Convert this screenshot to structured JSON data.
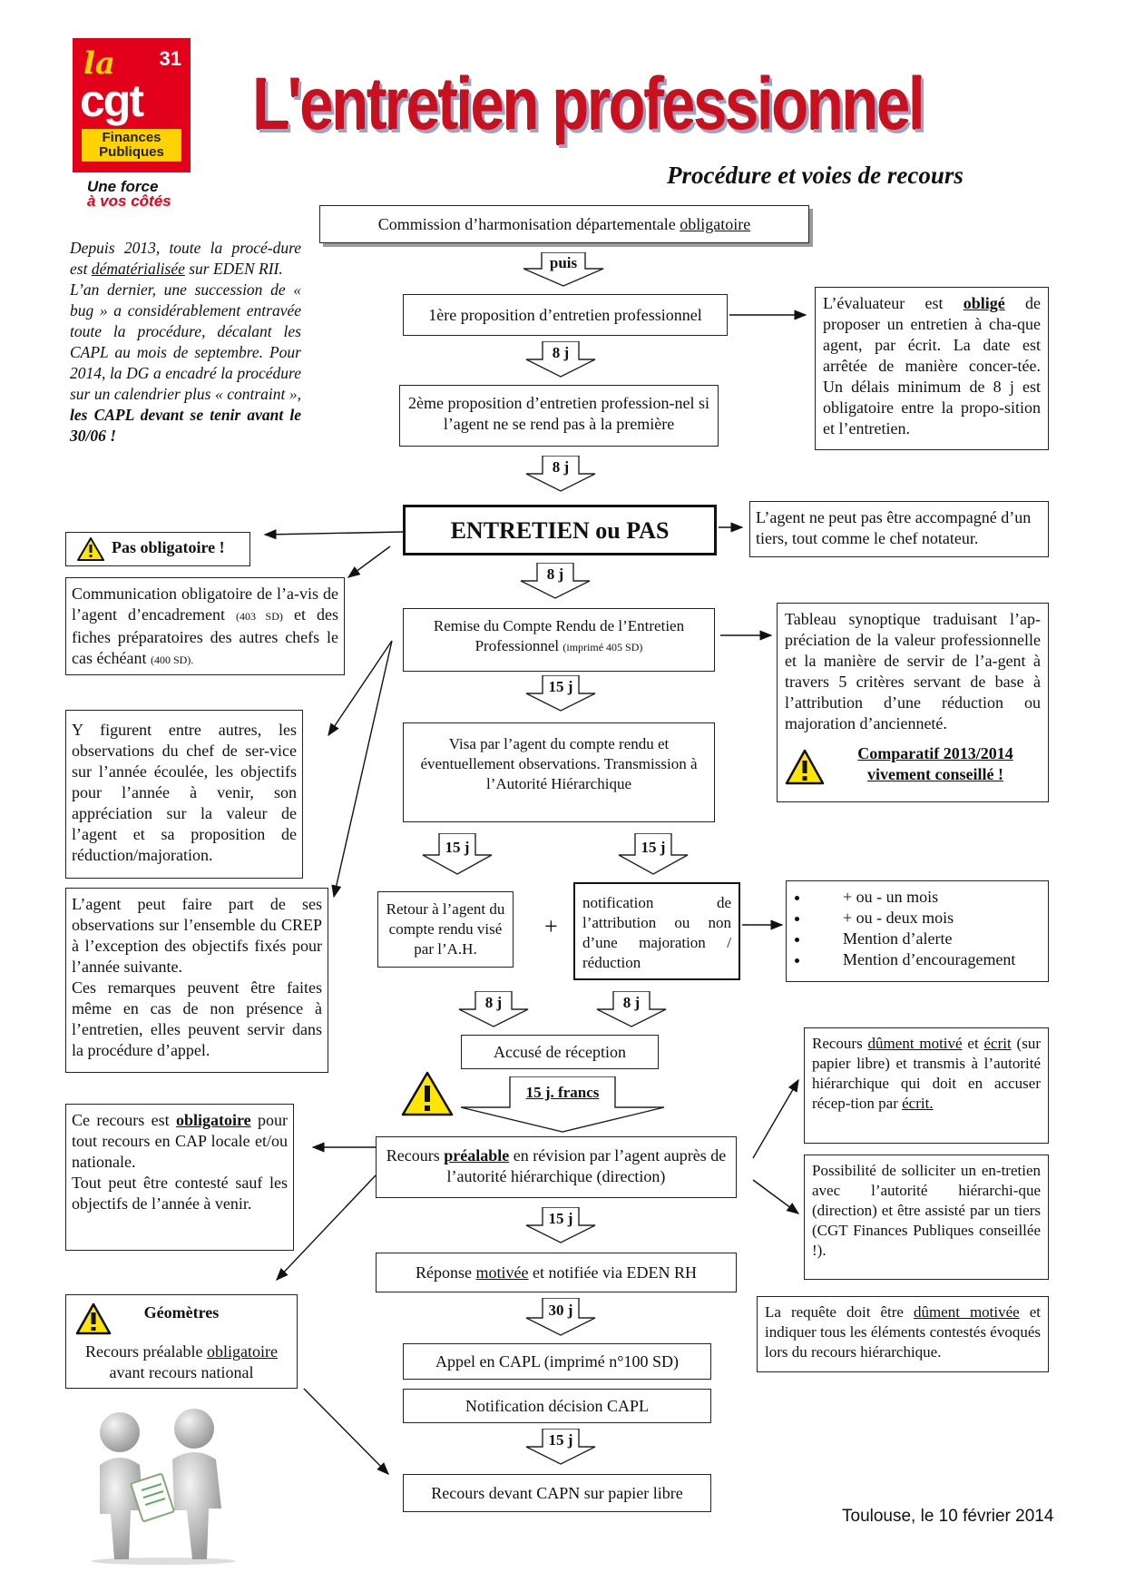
{
  "logo": {
    "la": "la",
    "number": "31",
    "cgt": "cgt",
    "line1": "Finances",
    "line2": "Publiques",
    "slogan1": "Une force",
    "slogan2": "à vos côtés"
  },
  "title": "L'entretien professionnel",
  "subtitle": "Procédure et voies de recours",
  "intro": {
    "p1a": "Depuis 2013, toute la procé-dure est ",
    "p1b": "dématérialisée",
    "p1c": " sur EDEN RII.",
    "p2": "L’an dernier, une succession de « bug » a considérablement entravée toute la procédure, décalant les CAPL au mois de septembre. Pour 2014, la DG a encadré la procédure sur un calendrier plus « contraint »,",
    "p3": " les CAPL devant se tenir avant le 30/06 !"
  },
  "flow": {
    "commission_a": "Commission d’harmonisation départementale ",
    "commission_b": "obligatoire",
    "step_puis": "puis",
    "prop1": "1ère proposition d’entretien professionnel",
    "step_8j_a": "8 j",
    "prop2": "2ème proposition d’entretien profession-nel si l’agent ne se rend pas à la première",
    "step_8j_b": "8 j",
    "entretien": "ENTRETIEN ou PAS",
    "step_8j_c": "8 j",
    "remise_a": "Remise du Compte Rendu de l’Entretien Professionnel",
    "remise_b": "(imprimé 405 SD)",
    "step_15j_a": "15 j",
    "visa": "Visa par l’agent du compte rendu et éventuellement observations. Transmission à l’Autorité Hiérarchique",
    "step_15j_b": "15 j",
    "step_15j_c": "15 j",
    "retour": "Retour à l’agent du compte rendu visé par l’A.H.",
    "plus": "+",
    "notification": "notification de l’attribution ou non d’une majoration / réduction",
    "step_8j_d": "8 j",
    "step_8j_e": "8 j",
    "accuse": "Accusé de réception",
    "step_15jf": "15 j. francs",
    "recours_a": "Recours ",
    "recours_b": "préalable",
    "recours_c": " en révision par l’agent auprès de l’autorité hiérarchique (direction)",
    "step_15j_d": "15 j",
    "reponse_a": "Réponse ",
    "reponse_b": "motivée",
    "reponse_c": " et notifiée via EDEN RH",
    "step_30j": "30 j",
    "appel": "Appel en CAPL (imprimé n°100 SD)",
    "notif_capl": "Notification décision CAPL",
    "step_15j_e": "15 j",
    "capn": "Recours devant CAPN sur papier libre"
  },
  "right": {
    "evaluateur_a": "L’évaluateur est ",
    "evaluateur_b": "obligé",
    "evaluateur_c": " de proposer un entretien à cha-que agent, par écrit. La date est arrêtée de manière concer-tée. Un délais minimum de 8 j est obligatoire entre la propo-sition et l’entretien.",
    "tiers": "L’agent ne peut pas être accompagné d’un tiers, tout comme le chef notateur.",
    "tableau": "Tableau synoptique traduisant l’ap-préciation de la valeur professionnelle et la manière de servir de l’a-gent à travers 5 critères servant de base à l’attribution d’une réduction ou majoration d’ancienneté.",
    "comparatif1": "Comparatif 2013/2014",
    "comparatif2": "vivement conseillé !",
    "bullets": [
      "+ ou - un mois",
      "+ ou - deux mois",
      "Mention d’alerte",
      "Mention d’encouragement"
    ],
    "recours1_a": "Recours ",
    "recours1_b": "dûment motivé",
    "recours1_c": " et ",
    "recours1_d": "écrit",
    "recours1_e": " (sur papier libre) et transmis à l’autorité hiérarchique",
    "recours1_f": " qui doit en accuser récep-tion par ",
    "recours1_g": "écrit.",
    "possibilite": "Possibilité de solliciter un en-tretien avec l’autorité hiérarchi-que (direction) et être assisté par un tiers (CGT Finances Publiques conseillée !).",
    "requete_a": "La requête doit être ",
    "requete_b": "dûment motivée",
    "requete_c": " et indiquer tous les éléments contestés évoqués lors du recours hiérarchique."
  },
  "left": {
    "pas_oblig": "Pas obligatoire !",
    "communication_a": "Communication obligatoire de l’a-vis de l’agent d’encadrement ",
    "communication_b": "(403 SD)",
    "communication_c": " et des fiches préparatoires des autres chefs le cas échéant ",
    "communication_d": "(400 SD).",
    "figurent": "Y figurent entre autres, les observations du chef de ser-vice sur l’année écoulée, les objectifs pour l’année à venir, son appréciation sur la valeur de l’agent et sa proposition de réduction/majoration.",
    "agent_peut": "L’agent peut faire part de ses observations sur l’ensemble du CREP à l’exception des objectifs fixés pour l’année suivante.",
    "remarques": "Ces remarques peuvent être faites même en cas de non présence à l’entretien, elles peuvent servir dans la procédure d’appel.",
    "ce_recours_a": "Ce recours est ",
    "ce_recours_b": "obligatoire",
    "ce_recours_c": " pour tout recours en CAP locale et/ou nationale.",
    "ce_recours_d": "Tout peut être contesté sauf les objectifs de l’année à venir.",
    "geometres": "Géomètres",
    "geo_a": "Recours préalable ",
    "geo_b": "obligatoire",
    "geo_c": "avant recours national"
  },
  "footer": "Toulouse, le 10 février 2014",
  "colors": {
    "accent": "#c8101e",
    "warning": "#ffe600",
    "logo_red": "#e2001a"
  }
}
